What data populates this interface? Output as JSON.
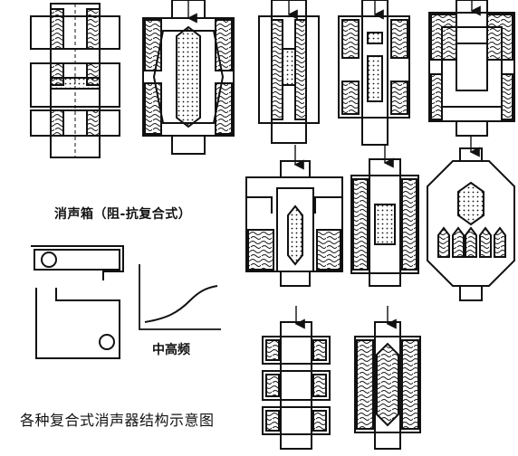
{
  "labels": {
    "box_silencer": "消声箱（阻-抗复合式）",
    "mid_high_freq": "中高频",
    "caption": "各种复合式消声器结构示意图"
  },
  "diagrams": [
    {
      "id": "silencer-1",
      "kind": "stacked expansion chambers"
    },
    {
      "id": "silencer-2",
      "kind": "hexagonal chamber with perforated cone"
    },
    {
      "id": "silencer-3",
      "kind": "straight lined duct"
    },
    {
      "id": "silencer-4",
      "kind": "straight duct with perforated sections"
    },
    {
      "id": "silencer-5",
      "kind": "square chamber silencer"
    },
    {
      "id": "silencer-6",
      "kind": "T-shaped chamber with lined cavities"
    },
    {
      "id": "silencer-7",
      "kind": "lined duct with perforated center"
    },
    {
      "id": "silencer-8",
      "kind": "hexagonal housing with baffle fins"
    },
    {
      "id": "silencer-9",
      "kind": "multi-chamber lined silencer"
    },
    {
      "id": "silencer-10",
      "kind": "lined duct with inner perforated cone"
    },
    {
      "id": "box-silencer",
      "kind": "resistive-reactive box silencer"
    },
    {
      "id": "attenuation-curve",
      "kind": "mid-high frequency response curve"
    }
  ]
}
